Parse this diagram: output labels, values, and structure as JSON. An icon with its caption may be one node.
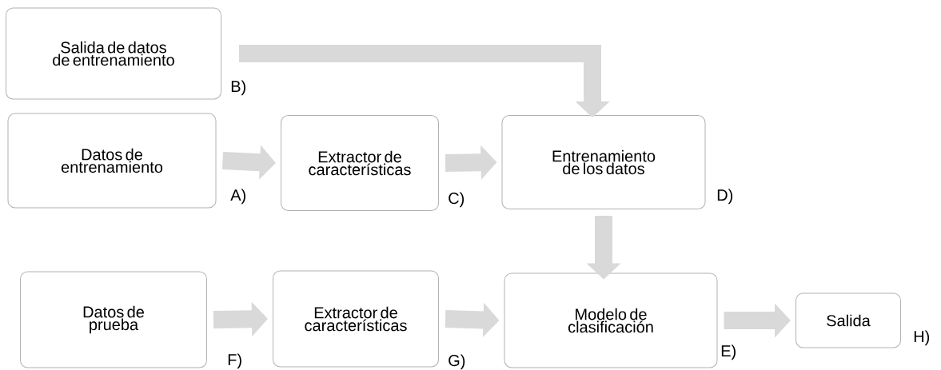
{
  "diagram": {
    "nodes": [
      {
        "text": [
          "Salida de datos de entrenamiento"
        ],
        "beside": [
          "B)"
        ]
      },
      {
        "text": [
          "Datos de entrenamiento"
        ],
        "beside": [
          "A)"
        ]
      },
      {
        "text": [
          "Extractor de características"
        ],
        "beside": [
          "C)"
        ]
      },
      {
        "text": [
          "Entrenamiento de los datos"
        ],
        "beside": [
          "D)"
        ]
      },
      {
        "text": [
          "Datos de prueba"
        ],
        "beside": [
          "F)"
        ]
      },
      {
        "text": [
          "Extractor de características"
        ],
        "beside": [
          "G)"
        ]
      },
      {
        "text": [
          "Modelo de clasificación"
        ],
        "beside": [
          "E)"
        ]
      },
      {
        "text": [
          "Salida"
        ],
        "beside": [
          "H)"
        ]
      }
    ],
    "edges": [
      {
        "from": 0,
        "to": 3,
        "arrow": "to"
      },
      {
        "from": 1,
        "to": 2,
        "arrow": "to"
      },
      {
        "from": 2,
        "to": 3,
        "arrow": "to"
      },
      {
        "from": 3,
        "to": 6,
        "arrow": "to"
      },
      {
        "from": 4,
        "to": 5,
        "arrow": "to"
      },
      {
        "from": 5,
        "to": 6,
        "arrow": "to"
      },
      {
        "from": 6,
        "to": 7,
        "arrow": "to"
      }
    ]
  }
}
